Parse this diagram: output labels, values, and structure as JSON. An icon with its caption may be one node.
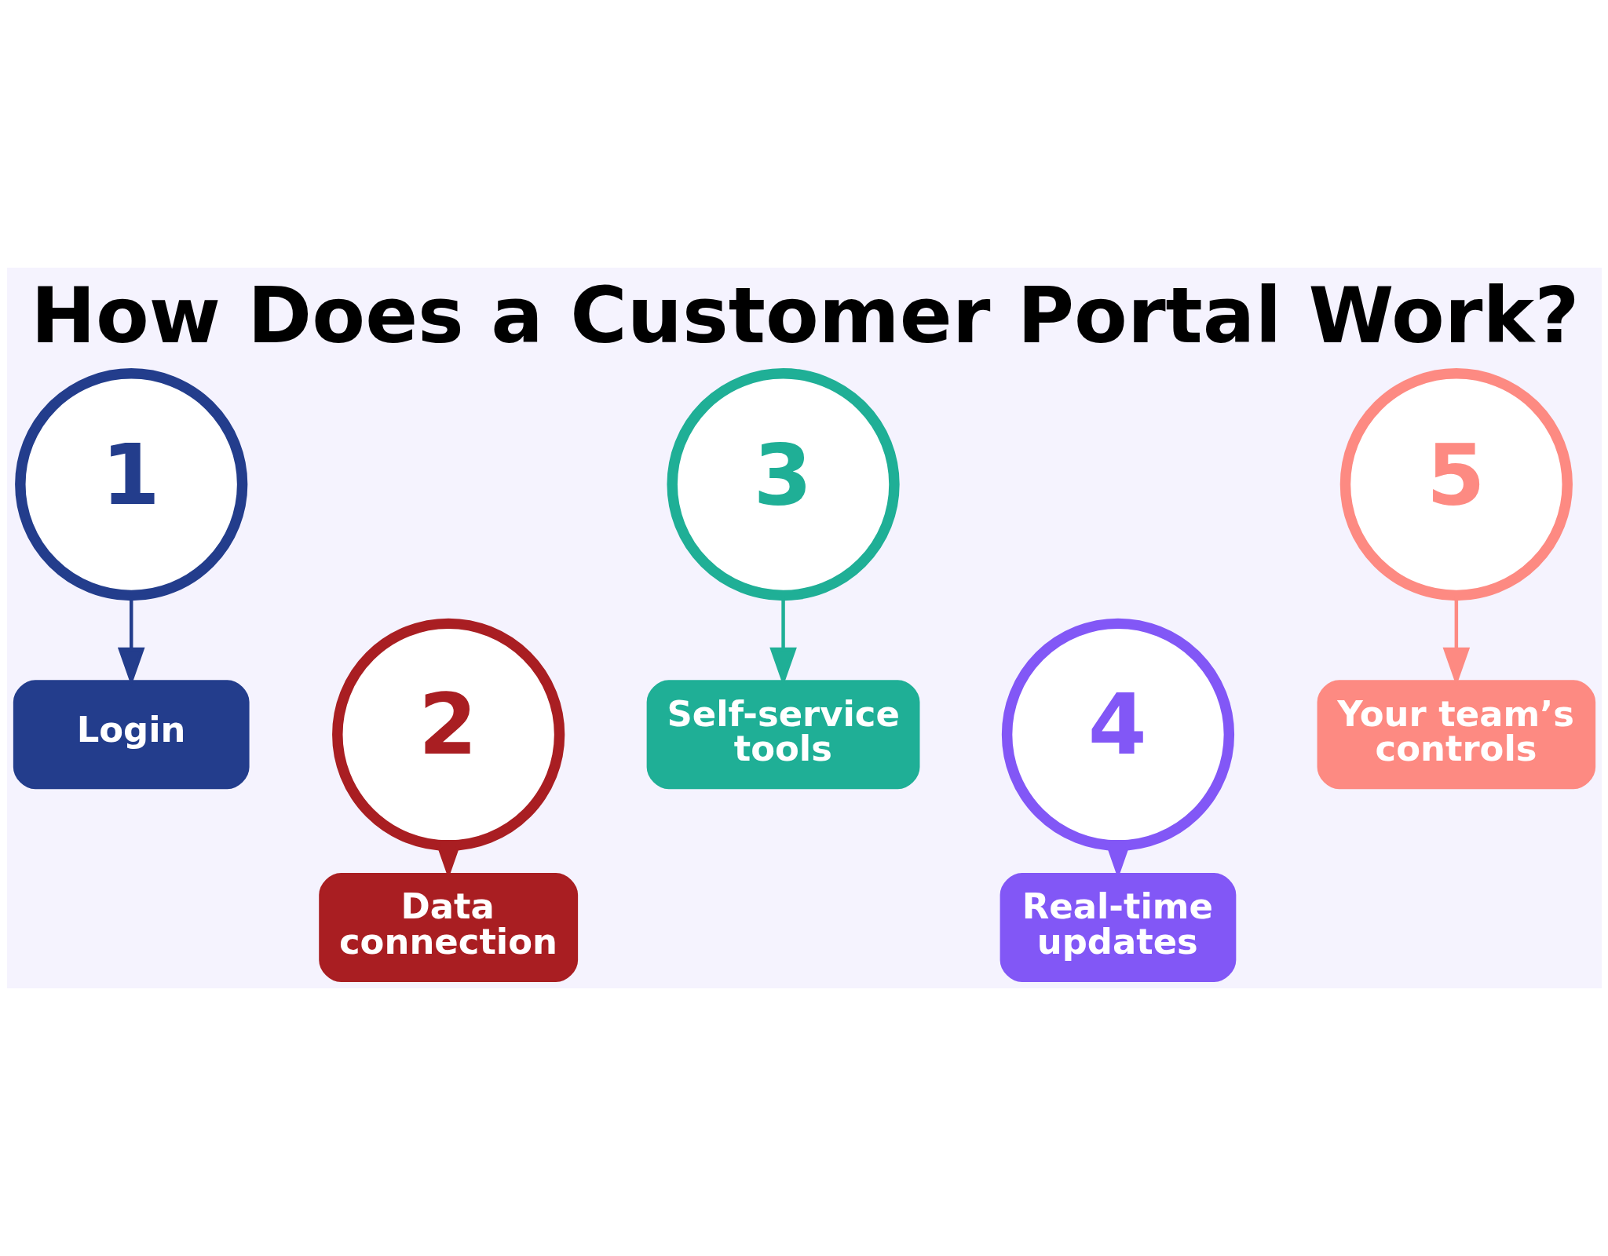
{
  "diagram": {
    "title": "How Does a Customer Portal Work?",
    "nodes": [
      {
        "text": [
          "1"
        ]
      },
      {
        "text": [
          "Login"
        ]
      },
      {
        "text": [
          "2"
        ]
      },
      {
        "text": [
          "Data connection"
        ]
      },
      {
        "text": [
          "3"
        ]
      },
      {
        "text": [
          "Self-service tools"
        ]
      },
      {
        "text": [
          "4"
        ]
      },
      {
        "text": [
          "Real-time updates"
        ]
      },
      {
        "text": [
          "5"
        ]
      },
      {
        "text": [
          "Your team’s controls"
        ]
      }
    ],
    "edges": [
      {
        "from": 0,
        "to": 1,
        "arrow": "to",
        "color": "#233d8c"
      },
      {
        "from": 2,
        "to": 3,
        "arrow": "to",
        "color": "#a91e22"
      },
      {
        "from": 4,
        "to": 5,
        "arrow": "to",
        "color": "#1faf96"
      },
      {
        "from": 6,
        "to": 7,
        "arrow": "to",
        "color": "#8257f6"
      },
      {
        "from": 8,
        "to": 9,
        "arrow": "to",
        "color": "#fd8a82"
      }
    ]
  }
}
